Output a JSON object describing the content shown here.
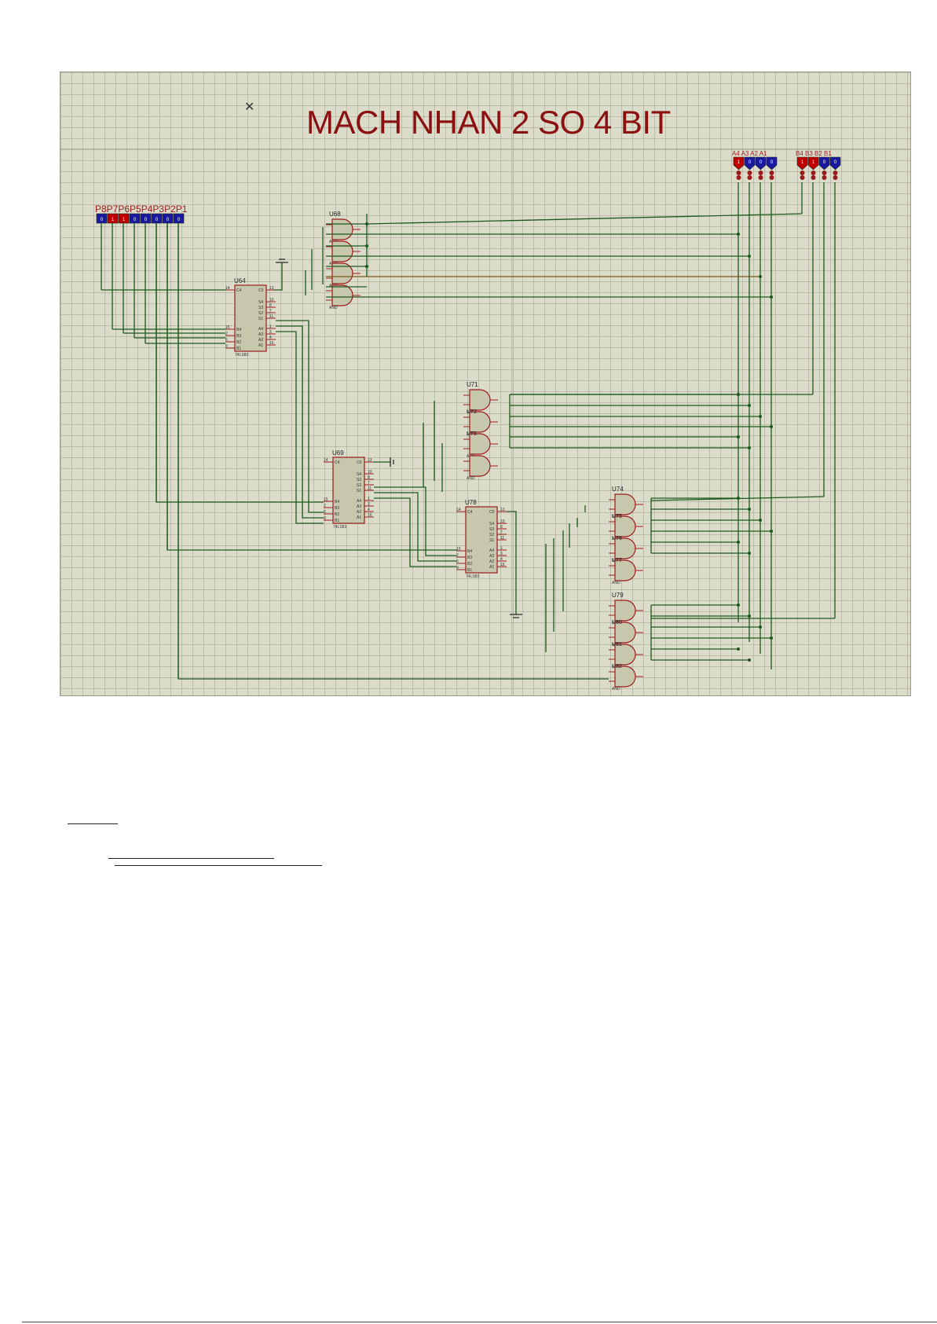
{
  "schematic": {
    "title": "MACH NHAN 2 SO 4 BIT",
    "cursor_glyph": "✕",
    "output_probes": [
      "P8",
      "P7",
      "P6",
      "P5",
      "P4",
      "P3",
      "P2",
      "P1"
    ],
    "output_probe_states": [
      "0",
      "1",
      "1",
      "0",
      "0",
      "0",
      "0",
      "0"
    ],
    "input_a": [
      "A4",
      "A3",
      "A2",
      "A1"
    ],
    "input_a_states": [
      "1",
      "0",
      "0",
      "0"
    ],
    "input_b": [
      "B4",
      "B3",
      "B2",
      "B1"
    ],
    "input_b_states": [
      "1",
      "1",
      "0",
      "0"
    ],
    "gate_groups": [
      {
        "label": "U68",
        "gate_type": "AND"
      },
      {
        "label": "U71",
        "gate_type": "AND"
      },
      {
        "label": "U74",
        "gate_type": "AND"
      },
      {
        "label": "U79",
        "gate_type": "AND"
      }
    ],
    "gate_sub_labels": [
      "U72",
      "U73",
      "U75",
      "U76",
      "U77",
      "U80",
      "U81",
      "U82"
    ],
    "adders": [
      {
        "label": "U64",
        "part": "74LS83"
      },
      {
        "label": "U69",
        "part": "74LS83"
      },
      {
        "label": "U78",
        "part": "74LS83"
      }
    ],
    "adder_pins_left": [
      "C4",
      "",
      "",
      "",
      "B4",
      "B3",
      "B2",
      "B1"
    ],
    "adder_pins_right": [
      "C0",
      "S4",
      "S3",
      "S2",
      "S1",
      "A4",
      "A3",
      "A2",
      "A1"
    ],
    "adder_pin_numbers_left": [
      "14",
      "",
      "",
      "",
      "15",
      "2",
      "6",
      "9"
    ],
    "adder_pin_numbers_right": [
      "13",
      "10",
      "8",
      "7",
      "11",
      "1",
      "3",
      "4",
      "16"
    ],
    "colors": {
      "wire": "#1c5a1c",
      "pin": "#9b1b1b",
      "high": "#c00000",
      "low": "#1a1aa0",
      "canvas": "#dcdccb"
    }
  }
}
